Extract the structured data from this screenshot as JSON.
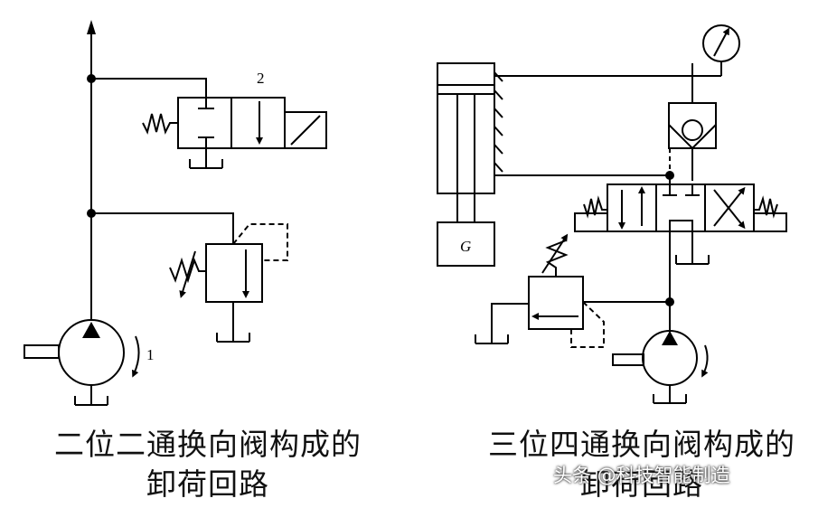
{
  "left": {
    "caption_line1": "二位二通换向阀构成的",
    "caption_line2": "卸荷回路",
    "label_valve": "2",
    "label_pump": "1"
  },
  "right": {
    "caption_line1": "三位四通换向阀构成的",
    "caption_line2": "卸荷回路",
    "label_load": "G"
  },
  "watermark": "头条 @科技智能制造"
}
